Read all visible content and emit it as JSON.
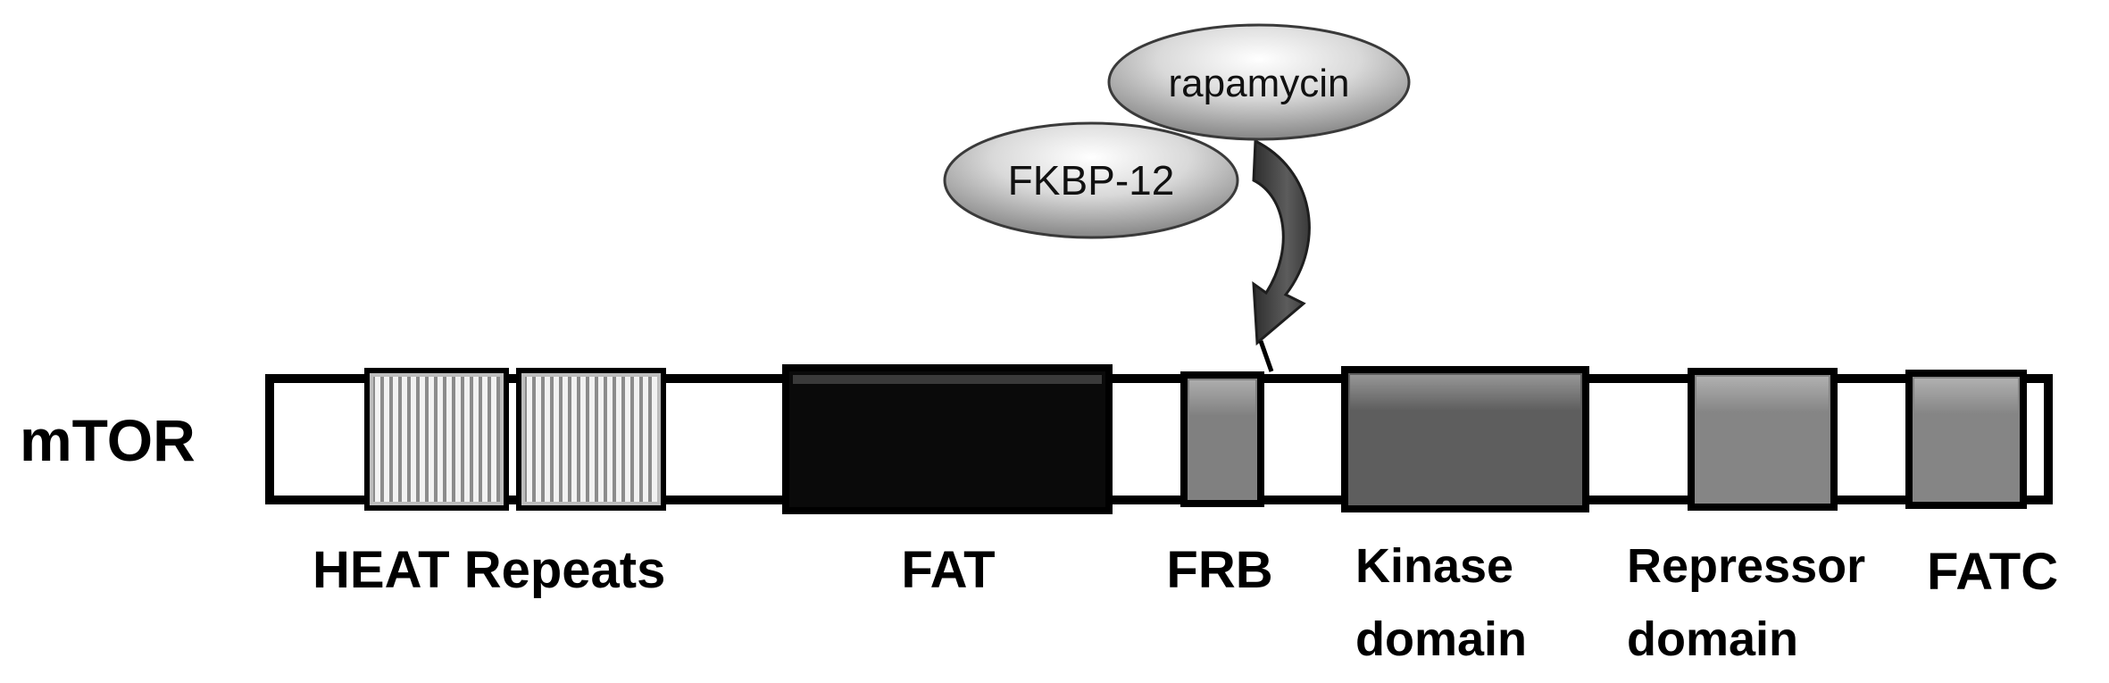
{
  "protein_name": "mTOR",
  "molecules": {
    "rapamycin": "rapamycin",
    "fkbp": "FKBP-12"
  },
  "domain_labels": {
    "heat": "HEAT Repeats",
    "fat": "FAT",
    "frb": "FRB",
    "kinase_line1": "Kinase",
    "kinase_line2": "domain",
    "repressor_line1": "Repressor",
    "repressor_line2": "domain",
    "fatc": "FATC"
  },
  "colors": {
    "backbone": "#ffffff",
    "outline": "#000000",
    "heat_stripe_light": "#f2f2f2",
    "heat_stripe_dark": "#8c8c8c",
    "fat": "#0a0a0a",
    "frb": "#808080",
    "kinase": "#5e5e5e",
    "repressor": "#858585",
    "fatc": "#858585",
    "arrow": "#3f3f3f"
  }
}
